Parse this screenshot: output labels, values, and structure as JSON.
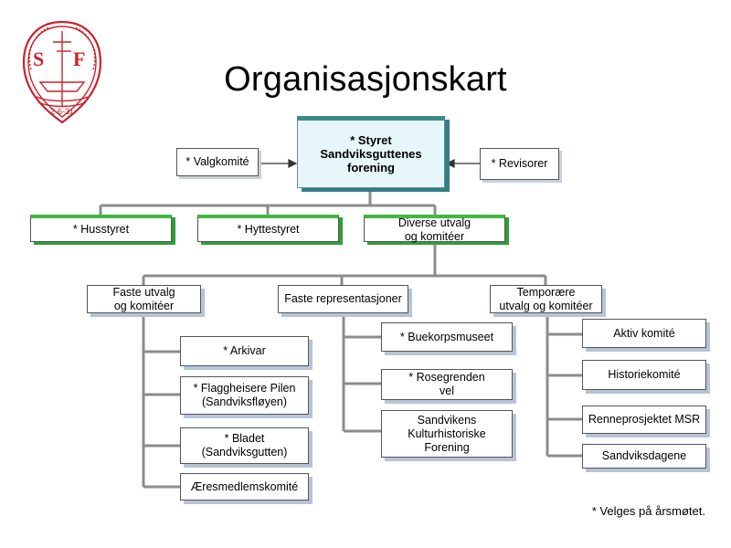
{
  "title": "Organisasjonskart",
  "logo": {
    "initials_left": "S",
    "initials_right": "F",
    "date": "2-6-31"
  },
  "boxes": {
    "styret": "* Styret\nSandviksguttenes\nforening",
    "valgkomite": "* Valgkomité",
    "revisorer": "* Revisorer",
    "husstyret": "* Husstyret",
    "hyttestyret": "* Hyttestyret",
    "diverse": "Diverse  utvalg\nog komitéer",
    "faste_utvalg": "Faste utvalg\nog komitéer",
    "faste_rep": "Faste representasjoner",
    "temporaere": "Temporære\nutvalg og komitéer",
    "arkivar": "* Arkivar",
    "flaggheisere": "* Flaggheisere Pilen\n(Sandviksfløyen)",
    "bladet": "* Bladet\n(Sandviksgutten)",
    "aeresmedlem": "Æresmedlemskomité",
    "buekorps": "* Buekorpsmuseet",
    "rosegrenden": "*  Rosegrenden\nvel",
    "kulturhist": "Sandvikens\nKulturhistoriske\nForening",
    "aktiv": "Aktiv komité",
    "historie": "Historiekomité",
    "renne": "Renneprosjektet MSR",
    "sandviksdagene": "Sandviksdagene"
  },
  "footnote": "* Velges på årsmøtet.",
  "colors": {
    "line": "#8c8c8c",
    "green_accent": "#3dbb3d",
    "main_fill": "#e7f6f8",
    "logo_red": "#c8242b"
  }
}
